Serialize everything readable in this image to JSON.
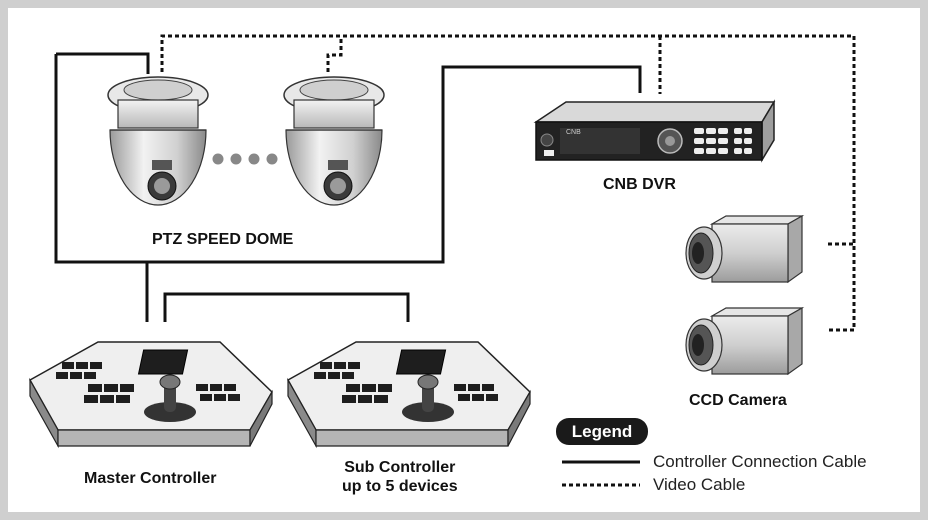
{
  "labels": {
    "ptz": "PTZ SPEED DOME",
    "dvr": "CNB DVR",
    "ccd": "CCD Camera",
    "master": "Master Controller",
    "sub_line1": "Sub Controller",
    "sub_line2": "up to 5 devices",
    "dvr_brand": "CNB"
  },
  "legend": {
    "title": "Legend",
    "items": [
      {
        "label": "Controller Connection Cable",
        "style": "solid"
      },
      {
        "label": "Video Cable",
        "style": "dotted"
      }
    ]
  },
  "colors": {
    "frame": "#cfcfcf",
    "line": "#111111",
    "device_body": "#e6e6e6",
    "legend_pill": "#1a1a1a"
  }
}
